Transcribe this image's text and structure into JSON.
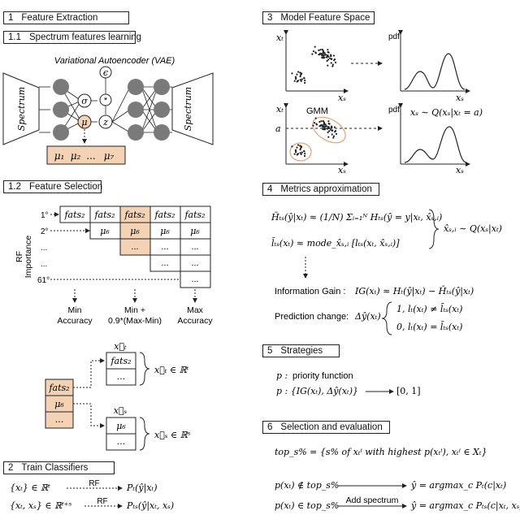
{
  "sections": {
    "s1": {
      "num": "1",
      "title": "Feature Extraction"
    },
    "s11": {
      "num": "1.1",
      "title": "Spectrum features learning"
    },
    "s12": {
      "num": "1.2",
      "title": "Feature Selection"
    },
    "s2": {
      "num": "2",
      "title": "Train Classifiers"
    },
    "s3": {
      "num": "3",
      "title": "Model Feature Space"
    },
    "s4": {
      "num": "4",
      "title": "Metrics approximation"
    },
    "s5": {
      "num": "5",
      "title": "Strategies"
    },
    "s6": {
      "num": "6",
      "title": "Selection and evaluation"
    }
  },
  "vae": {
    "title": "Variational Autoencoder (VAE)",
    "input_label": "Spectrum",
    "output_label": "Spectrum",
    "epsilon": "ϵ",
    "sigma": "σ",
    "mu": "μ",
    "star": "*",
    "z": "z",
    "latent": [
      "μ₁",
      "μ₂",
      "...",
      "μ₇"
    ]
  },
  "feature_selection": {
    "y_axis_label": [
      "RF",
      "Importance"
    ],
    "rank_labels": [
      "1°",
      "2°",
      "...",
      "...",
      "...",
      "61°"
    ],
    "row1": [
      "fats₂",
      "fats₂",
      "fats₂",
      "fats₂",
      "fats₂"
    ],
    "row2": [
      "μ₆",
      "μ₆",
      "μ₆",
      "μ₆"
    ],
    "ellipsis": "...",
    "bottom": {
      "min": [
        "Min",
        "Accuracy"
      ],
      "mid": [
        "Min +",
        "0.9*(Max-Min)"
      ],
      "max": [
        "Max",
        "Accuracy"
      ]
    },
    "stack": [
      "fats₂",
      "μ₆",
      "..."
    ],
    "xt_top": "x⃗ₜ",
    "xs_top": "x⃗ₛ",
    "xt_box": [
      "fats₂",
      "..."
    ],
    "xs_box": [
      "μ₆",
      "..."
    ],
    "xt_set": "x⃗ₜ ∈ ℝᵗ",
    "xs_set": "x⃗ₛ ∈ ℝˢ"
  },
  "train": {
    "row1_left": "{xₜ} ∈ ℝᵗ",
    "row1_arrow": "RF",
    "row1_right": "Pₜ(ŷ|xₜ)",
    "row2_left": "{xₜ, xₛ} ∈ ℝᵗ⁺ˢ",
    "row2_arrow": "RF",
    "row2_right": "Pₜₛ(ŷ|xₜ, xₛ)"
  },
  "model_space": {
    "xt": "xₜ",
    "xs": "xₛ",
    "pdf": "pdf",
    "gmm": "GMM",
    "a": "a",
    "formula": "xₛ ∼ Q(xₛ|xₜ = a)"
  },
  "metrics": {
    "h_line": "H̄ₜₛ(ŷ|xₜ) ≈ (1/N) Σᵢ₌₁ᴺ Hₜₛ(ŷ = y|xₜ, x̂ₛ,ᵢ)",
    "l_line": "l̄ₜₛ(xₜ) ≈ mode_x̂ₛ,ᵢ [lₜₛ(xₜ, x̂ₛ,ᵢ)]",
    "sample": "x̂ₛ,ᵢ ∼ Q(xₛ|xₜ)",
    "ig_label": "Information Gain :",
    "ig_formula": "IG(xₜ) ≈ Hₜ(ŷ|xₜ) − H̄ₜₛ(ŷ|xₜ)",
    "pc_label": "Prediction change:",
    "pc_lhs": "Δŷ(xₜ)",
    "pc_case1": "1,  lₜ(xₜ) ≠ l̄ₜₛ(xₜ)",
    "pc_case0": "0,  lₜ(xₜ) = l̄ₜₛ(xₜ)"
  },
  "strategies": {
    "p_label": "p :",
    "p_desc": "priority function",
    "p_map": "p : {IG(xₜ), Δŷ(xₜ)}",
    "p_range": "[0, 1]"
  },
  "selection": {
    "top": "top_s% = {s% of  xₜⁱ  with highest  p(xₜⁱ),  xₜⁱ ∈ Xₜ}",
    "row1_left": "p(xₜ) ∉ top_s%",
    "row1_right": "ŷ = argmax_c Pₜ(c|xₜ)",
    "row2_left": "p(xₜ) ∈ top_s%",
    "row2_arrow": "Add spectrum",
    "row2_right": "ŷ = argmax_c Pₜₛ(c|xₜ, xₛ)"
  },
  "colors": {
    "accent": "#f4d2b4",
    "node": "#7a7a7a",
    "orange": "#e8a77a",
    "line": "#222222"
  }
}
